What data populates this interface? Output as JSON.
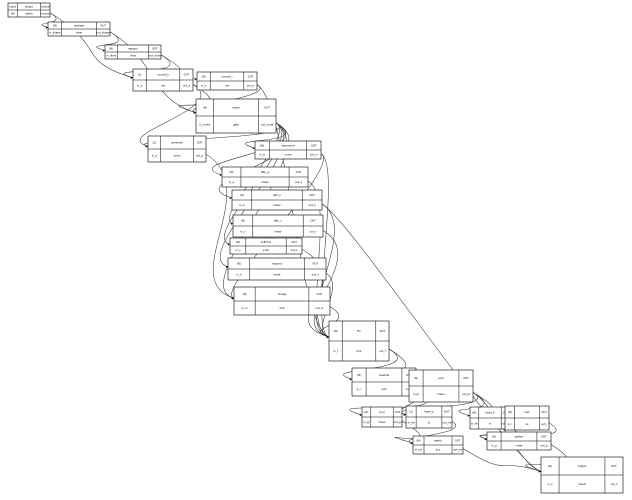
{
  "nodes": [
    {
      "name": "node-input",
      "cells": [
        "input",
        "shape",
        "output",
        "(N)",
        "batch",
        "tensor"
      ]
    },
    {
      "name": "node-reshape",
      "cells": [
        "(N)",
        "reshape",
        "OUT",
        "in_shape",
        "view",
        "out_shape"
      ]
    },
    {
      "name": "node-expand",
      "cells": [
        "(N)",
        "expand",
        "OUT",
        "in_dims",
        "view",
        "out_dims"
      ]
    },
    {
      "name": "node-concat-a",
      "cells": [
        "(1)",
        "concat_b",
        "OUT",
        "in_a",
        "cat",
        "out_a"
      ]
    },
    {
      "name": "node-concat-b",
      "cells": [
        "(N)",
        "concat_c",
        "OUT",
        "in_b",
        "cat",
        "out_b"
      ]
    },
    {
      "name": "node-router",
      "cells": [
        "(N)",
        "router",
        "OUT",
        "in_route",
        "gate",
        "out_route"
      ]
    },
    {
      "name": "node-permute",
      "cells": [
        "(1)",
        "permute",
        "OUT",
        "in_p",
        "perm",
        "out_p"
      ]
    },
    {
      "name": "node-layernorm",
      "cells": [
        "(N)",
        "layernorm",
        "OUT",
        "in_ln",
        "norm",
        "out_ln"
      ]
    },
    {
      "name": "node-attn-q",
      "cells": [
        "(N)",
        "attn_q",
        "OUT",
        "in_q",
        "linear",
        "out_q"
      ]
    },
    {
      "name": "node-attn-k",
      "cells": [
        "(N)",
        "attn_k",
        "OUT",
        "in_k",
        "linear",
        "out_k"
      ]
    },
    {
      "name": "node-attn-v",
      "cells": [
        "(N)",
        "attn_v",
        "OUT",
        "in_v",
        "linear",
        "out_v"
      ]
    },
    {
      "name": "node-softmax",
      "cells": [
        "(N)",
        "softmax",
        "OUT",
        "in_s",
        "prob",
        "out_s"
      ]
    },
    {
      "name": "node-dropout",
      "cells": [
        "(N)",
        "dropout",
        "OUT",
        "in_d",
        "mask",
        "out_d"
      ]
    },
    {
      "name": "node-merge",
      "cells": [
        "(N)",
        "merge",
        "OUT",
        "in_m",
        "add",
        "out_m"
      ]
    },
    {
      "name": "node-ffn",
      "cells": [
        "(N)",
        "ffn",
        "OUT",
        "in_f",
        "mlp",
        "out_f"
      ]
    },
    {
      "name": "node-residual",
      "cells": [
        "(N)",
        "residual",
        "OUT",
        "in_r",
        "add",
        "out_r"
      ]
    },
    {
      "name": "node-pool",
      "cells": [
        "(N)",
        "pool",
        "OUT",
        "in_pl",
        "mean",
        "out_pl"
      ]
    },
    {
      "name": "node-proj",
      "cells": [
        "(N)",
        "proj",
        "OUT",
        "in_pj",
        "linear",
        "out_pj"
      ]
    },
    {
      "name": "node-head-a",
      "cells": [
        "(1)",
        "head_a",
        "OUT",
        "in_ha",
        "fc",
        "out_ha"
      ]
    },
    {
      "name": "node-head-b",
      "cells": [
        "(N)",
        "head_b",
        "OUT",
        "in_hb",
        "fc",
        "out_hb"
      ]
    },
    {
      "name": "node-loss",
      "cells": [
        "(N)",
        "loss",
        "OUT",
        "in_l",
        "ce",
        "out_l"
      ]
    },
    {
      "name": "node-metric",
      "cells": [
        "(N)",
        "metric",
        "OUT",
        "in_mt",
        "acc",
        "out_mt"
      ]
    },
    {
      "name": "node-gather",
      "cells": [
        "(N)",
        "gather",
        "OUT",
        "in_g",
        "index",
        "out_g"
      ]
    },
    {
      "name": "node-output",
      "cells": [
        "(N)",
        "output",
        "OUT",
        "in_o",
        "result",
        "out_o"
      ]
    }
  ]
}
